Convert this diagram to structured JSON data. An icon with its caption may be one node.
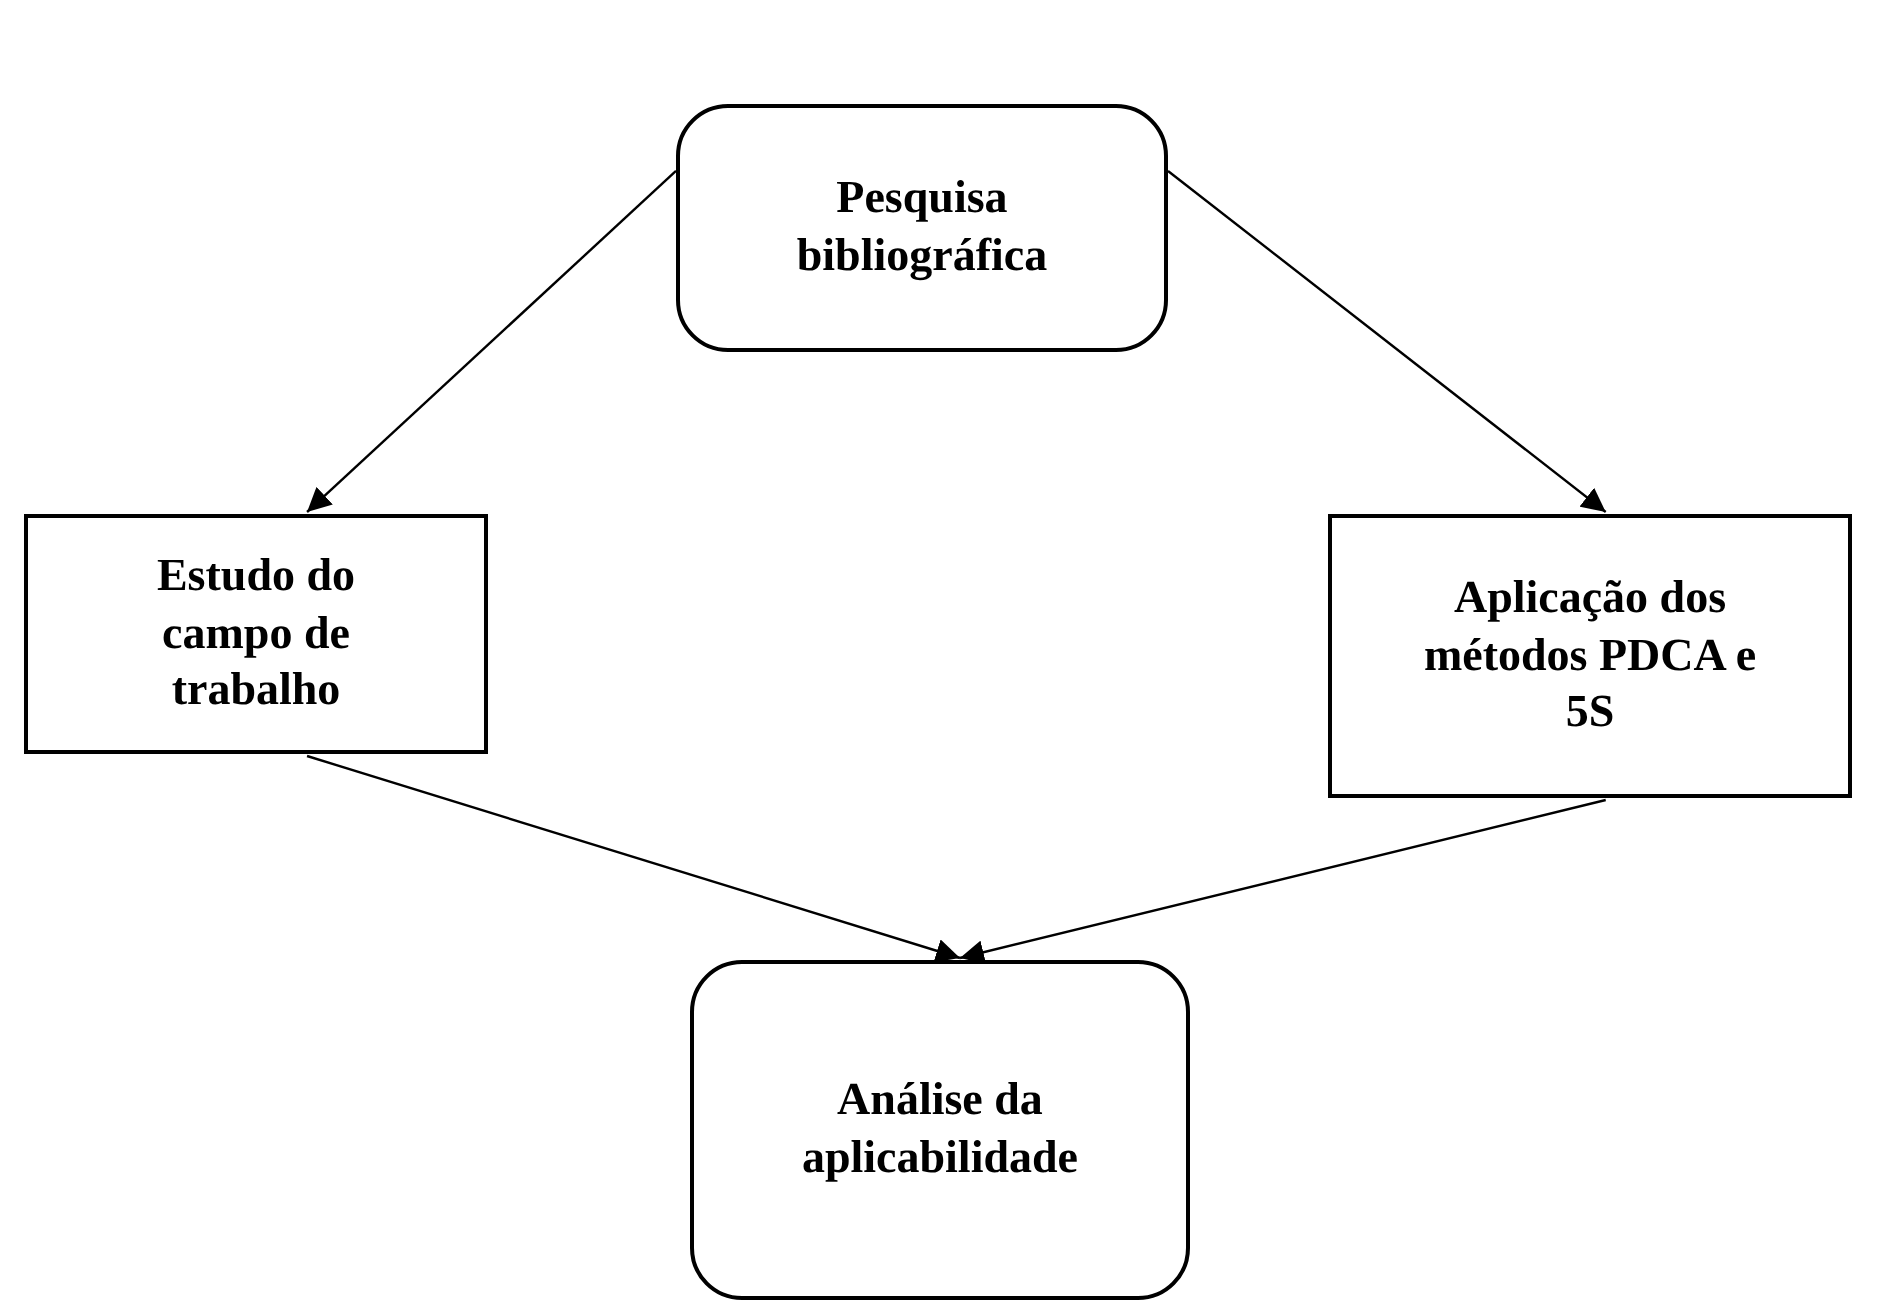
{
  "diagram": {
    "nodes": [
      {
        "text": [
          "Pesquisa bibliográfica"
        ]
      },
      {
        "text": [
          "Estudo do campo de trabalho"
        ]
      },
      {
        "text": [
          "Aplicação dos métodos PDCA e 5S"
        ]
      },
      {
        "text": [
          "Análise da aplicabilidade"
        ]
      }
    ],
    "edges": [
      {
        "from": 0,
        "to": 1,
        "arrow": "to"
      },
      {
        "from": 0,
        "to": 2,
        "arrow": "to"
      },
      {
        "from": 1,
        "to": 3,
        "arrow": "to"
      },
      {
        "from": 2,
        "to": 3,
        "arrow": "to"
      }
    ]
  }
}
